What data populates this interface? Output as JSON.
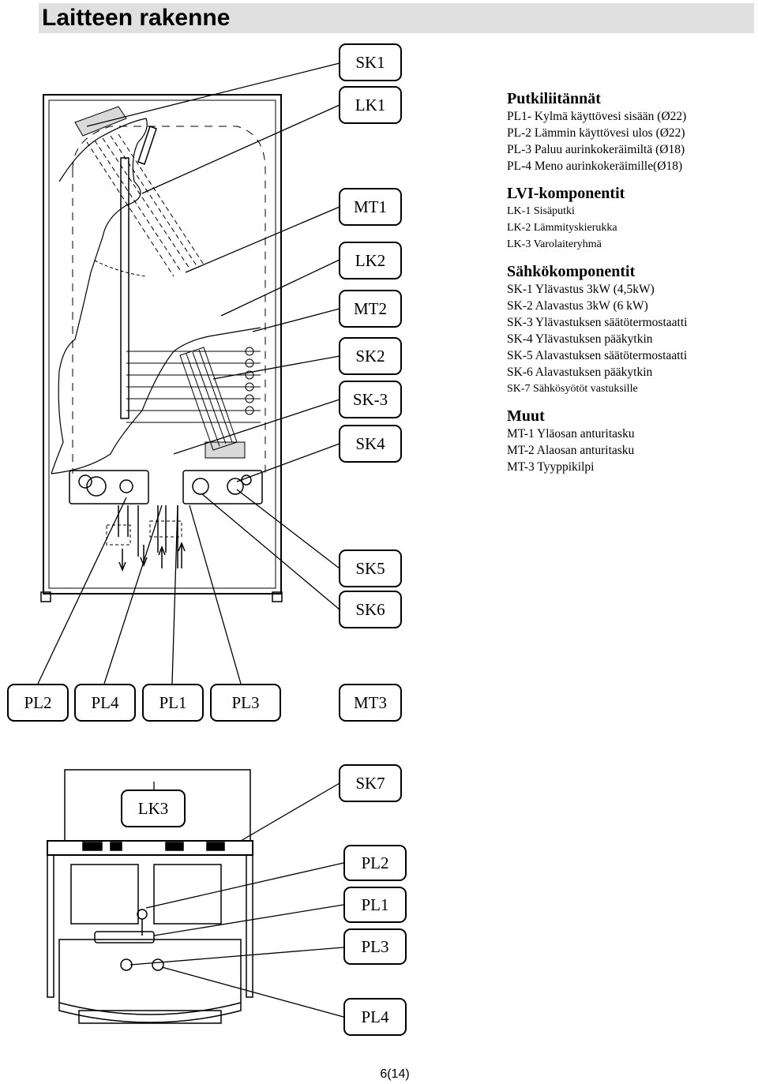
{
  "header": {
    "title": "Laitteen rakenne"
  },
  "callouts": {
    "sk1": "SK1",
    "lk1": "LK1",
    "mt1": "MT1",
    "lk2": "LK2",
    "mt2": "MT2",
    "sk2": "SK2",
    "sk3": "SK-3",
    "sk4": "SK4",
    "sk5": "SK5",
    "sk6": "SK6",
    "pl2": "PL2",
    "pl4": "PL4",
    "pl1": "PL1",
    "pl3": "PL3",
    "mt3": "MT3",
    "sk7": "SK7",
    "lk3": "LK3",
    "pl2_b": "PL2",
    "pl1_b": "PL1",
    "pl3_b": "PL3",
    "pl4_b": "PL4"
  },
  "legend": {
    "pipes": {
      "heading": "Putkiliitännät",
      "items": [
        "PL1- Kylmä käyttövesi sisään (Ø22)",
        "PL-2 Lämmin käyttövesi ulos (Ø22)",
        "PL-3 Paluu aurinkokeräimiltä (Ø18)",
        "PL-4 Meno aurinkokeräimille(Ø18)"
      ]
    },
    "lvi": {
      "heading": "LVI-komponentit",
      "items": [
        "LK-1 Sisäputki",
        "LK-2 Lämmityskierukka",
        "LK-3 Varolaiteryhmä"
      ]
    },
    "electric": {
      "heading": "Sähkökomponentit",
      "items": [
        "SK-1 Ylävastus 3kW (4,5kW)",
        "SK-2 Alavastus 3kW (6 kW)",
        "SK-3 Ylävastuksen säätötermostaatti",
        "SK-4 Ylävastuksen pääkytkin",
        "SK-5 Alavastuksen säätötermostaatti",
        "SK-6 Alavastuksen pääkytkin"
      ],
      "last_item": "SK-7 Sähkösyötöt vastuksille"
    },
    "other": {
      "heading": "Muut",
      "items": [
        "MT-1 Yläosan anturitasku",
        "MT-2 Alaosan anturitasku",
        "MT-3 Tyyppikilpi"
      ]
    }
  },
  "footer": {
    "page": "6(14)"
  }
}
